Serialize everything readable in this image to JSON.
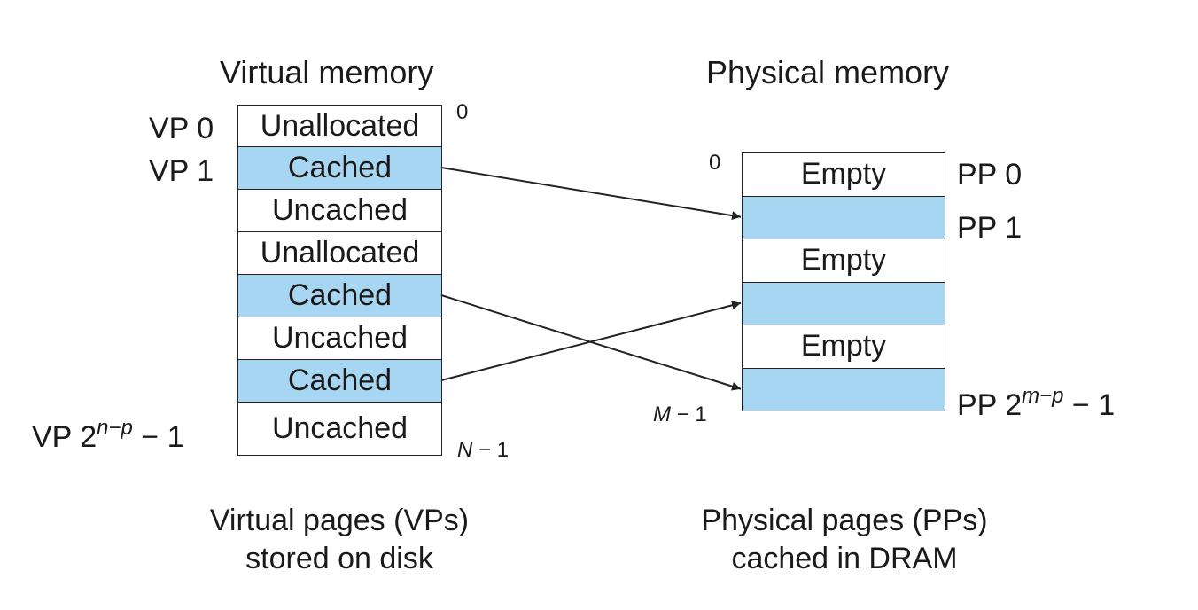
{
  "colors": {
    "cached": "#a7d6f2",
    "empty": "#ffffff",
    "line": "#222222"
  },
  "virtual": {
    "title": "Virtual memory",
    "addr_top": "0",
    "addr_bottom": {
      "var": "N",
      "rest": " − 1"
    },
    "caption_line1": "Virtual pages (VPs)",
    "caption_line2": "stored on disk",
    "row_labels": {
      "vp0": "VP 0",
      "vp1": "VP 1",
      "vplast": {
        "prefix": "VP 2",
        "exp": "n−p",
        "suffix": " − 1"
      }
    },
    "pages": [
      {
        "label": "Unallocated",
        "state": "unallocated"
      },
      {
        "label": "Cached",
        "state": "cached"
      },
      {
        "label": "Uncached",
        "state": "uncached"
      },
      {
        "label": "Unallocated",
        "state": "unallocated"
      },
      {
        "label": "Cached",
        "state": "cached"
      },
      {
        "label": "Uncached",
        "state": "uncached"
      },
      {
        "label": "Cached",
        "state": "cached"
      },
      {
        "label": "Uncached",
        "state": "uncached"
      }
    ]
  },
  "physical": {
    "title": "Physical memory",
    "addr_top": "0",
    "addr_bottom": {
      "var": "M",
      "rest": " − 1"
    },
    "caption_line1": "Physical pages (PPs)",
    "caption_line2": "cached in DRAM",
    "row_labels": {
      "pp0": "PP 0",
      "pp1": "PP 1",
      "pplast": {
        "prefix": "PP 2",
        "exp": "m−p",
        "suffix": " − 1"
      }
    },
    "pages": [
      {
        "label": "Empty",
        "state": "empty"
      },
      {
        "label": "",
        "state": "cached"
      },
      {
        "label": "Empty",
        "state": "empty"
      },
      {
        "label": "",
        "state": "cached"
      },
      {
        "label": "Empty",
        "state": "empty"
      },
      {
        "label": "",
        "state": "cached"
      }
    ]
  },
  "mappings": [
    {
      "vp": 1,
      "pp": 1
    },
    {
      "vp": 4,
      "pp": 5
    },
    {
      "vp": 6,
      "pp": 3
    }
  ]
}
